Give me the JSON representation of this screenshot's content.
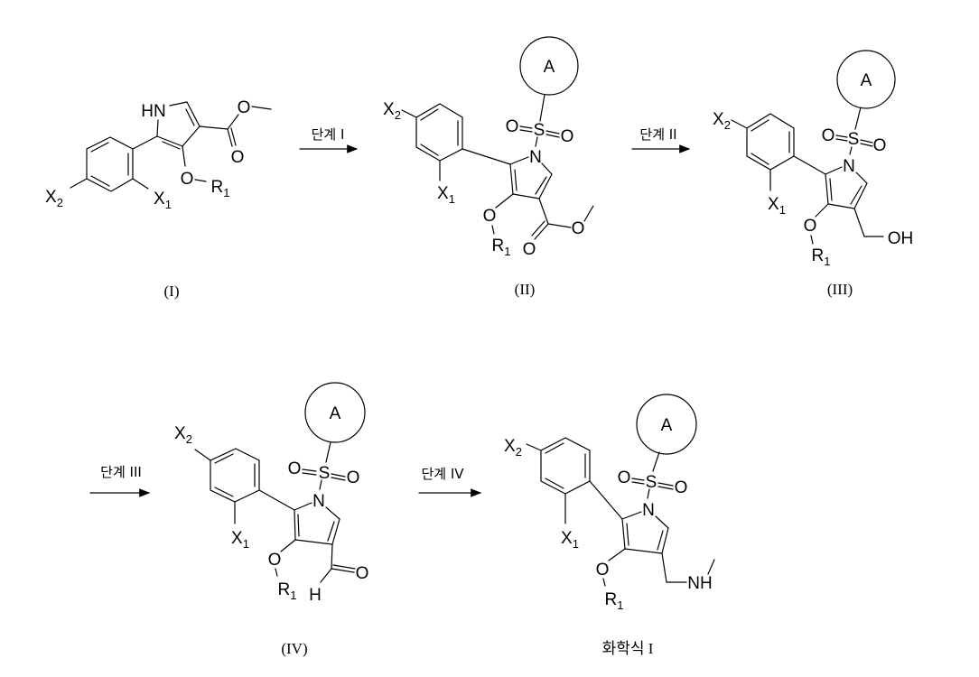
{
  "atoms": {
    "X": "X",
    "R": "R",
    "O": "O",
    "S": "S",
    "N": "N",
    "HN": "HN",
    "A": "A",
    "OH": "OH",
    "H": "H",
    "NH": "NH",
    "sub1": "1",
    "sub2": "2"
  },
  "steps": [
    "단계 I",
    "단계 II",
    "단계 III",
    "단계 IV"
  ],
  "compounds": [
    "(I)",
    "(II)",
    "(III)",
    "(IV)",
    "화학식 I"
  ]
}
